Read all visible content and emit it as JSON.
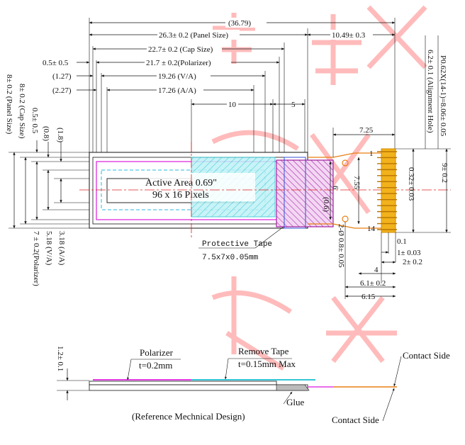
{
  "top_dims": {
    "overall": "(36.79)",
    "panel_size": "26.3± 0.2 (Panel Size)",
    "right_part": "10.49± 0.3",
    "cap_size": "22.7± 0.2 (Cap Size)",
    "polarizer": "21.7 ± 0.2(Polarizer)",
    "va": "19.26 (V/A)",
    "aa": "17.26 (A/A)",
    "ten": "10",
    "five": "5",
    "left_small": [
      "0.5± 0.5",
      "(1.27)",
      "(2.27)"
    ]
  },
  "left_dims": {
    "panel": "8± 0.2 (Panel Size)",
    "cap": "8± 0.2 (Cap Size)",
    "half": "0.5± 0.5",
    "p08": "(0.8)",
    "p18": "(1.8)",
    "aa": "3.18 (A/A)",
    "va": "5.18 (V/A)",
    "pol": "7 ± 0.2(Polarizer)"
  },
  "active_area": {
    "line1": "Active Area 0.69\"",
    "line2": "96 x 16 Pixels"
  },
  "ic_dims": {
    "six": "6",
    "zero_six": "(0.6)"
  },
  "protective_tape": {
    "title": "Protective Tape",
    "size": "7.5x7x0.05mm"
  },
  "fpc_dims": {
    "d725": "7.25",
    "d755": "7.55",
    "d032": "0.32± 0.03",
    "d9": "9± 0.2",
    "d2": "2-Ø 0.8± 0.05",
    "d01": "0.1",
    "d1": "1± 0.03",
    "d2b": "2± 0.2",
    "d4": "4",
    "d61": "6.1± 0.2",
    "d615": "6.15",
    "pitch": "P0.62X(14-1)=8.06± 0.05",
    "hole": "6.2± 0.1 (Alignment Hole)",
    "pin1": "1",
    "pin14": "14"
  },
  "side_view": {
    "thickness": "1.2± 0.1",
    "polarizer": "Polarizer",
    "polarizer_t": "t=0.2mm",
    "remove_tape": "Remove Tape",
    "remove_tape_t": "t=0.15mm Max",
    "glue": "Glue",
    "contact_side_a": "Contact Side",
    "contact_side_b": "Contact Side",
    "caption": "(Reference Mechnical Design)"
  },
  "colors": {
    "polarizer": "#e23ce2",
    "active_area": "#33c6d6",
    "ic": "#a020a0",
    "fpc_gold": "#f1b21c",
    "fpc_line": "#e87f12",
    "center_line": "#e02020",
    "va_dash": "#27b9e0"
  }
}
